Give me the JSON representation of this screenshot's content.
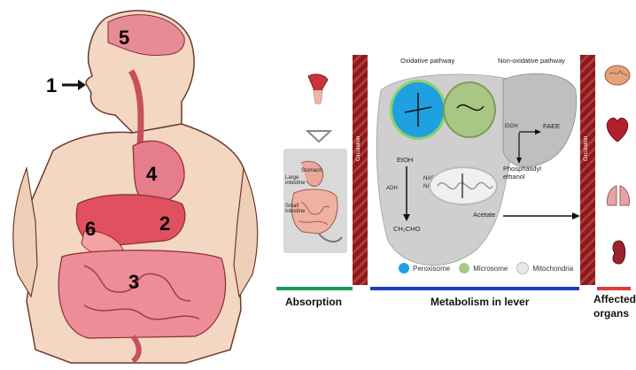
{
  "anatomy": {
    "labels": [
      "1",
      "2",
      "3",
      "4",
      "5",
      "6"
    ]
  },
  "pathway": {
    "oxidative_title": "Oxidative pathway",
    "nonoxidative_title": "Non-oxidative pathway",
    "circulation_label": "Circulation",
    "etoh": "EtOH",
    "ch3cho": "CH₃CHO",
    "acetate": "Acetate",
    "faee": "FAEE",
    "phosphatidyl": "Phosphatidyl ethanol",
    "etoh2": "EtOH",
    "adh": "ADH",
    "nad": "NAD⁺",
    "nadh": "NADH",
    "absorption_small_1": "Stomach",
    "absorption_small_2": "Large intestine",
    "absorption_small_3": "Small intestine"
  },
  "legend": {
    "peroxisome": "Peroxisome",
    "microsome": "Microsome",
    "mitochondria": "Mitochondria"
  },
  "sections": {
    "absorption": "Absorption",
    "metabolism": "Metabolism in lever",
    "affected": "Affected organs"
  },
  "colors": {
    "peroxisome": "#1fa0e0",
    "microsome": "#a9c784",
    "mitochondria": "#e8e8e8",
    "absorption_bar": "#1b9b5a",
    "metabolism_bar": "#1c3fbf",
    "affected_bar": "#e23a3a",
    "circulation": "#8b1a1a"
  }
}
